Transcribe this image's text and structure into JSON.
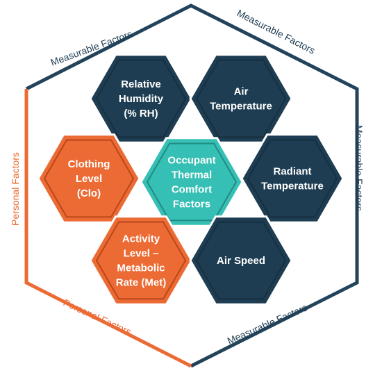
{
  "colors": {
    "measurable": "#1e3d52",
    "personal": "#ec6b34",
    "center": "#36bfb4",
    "outline": "#23435a"
  },
  "edge_labels": {
    "measurable_top_left": "Measurable Factors",
    "measurable_top_right": "Measurable Factors",
    "measurable_right": "Measurable Factors",
    "measurable_bottom_right": "Measurable Factors",
    "personal_left": "Personal Factors",
    "personal_bottom_left": "Personal Factors"
  },
  "hexagons": [
    {
      "id": "relative-humidity",
      "group": "measurable",
      "lines": [
        "Relative",
        "Humidity",
        "(% RH)"
      ]
    },
    {
      "id": "air-temperature",
      "group": "measurable",
      "lines": [
        "Air",
        "Temperature"
      ]
    },
    {
      "id": "clothing-level",
      "group": "personal",
      "lines": [
        "Clothing",
        "Level",
        "(Clo)"
      ]
    },
    {
      "id": "occupant-factors",
      "group": "center",
      "lines": [
        "Occupant",
        "Thermal",
        "Comfort",
        "Factors"
      ]
    },
    {
      "id": "radiant-temperature",
      "group": "measurable",
      "lines": [
        "Radiant",
        "Temperature"
      ]
    },
    {
      "id": "activity-level",
      "group": "personal",
      "lines": [
        "Activity",
        "Level –",
        "Metabolic",
        "Rate (Met)"
      ]
    },
    {
      "id": "air-speed",
      "group": "measurable",
      "lines": [
        "Air Speed"
      ]
    }
  ]
}
